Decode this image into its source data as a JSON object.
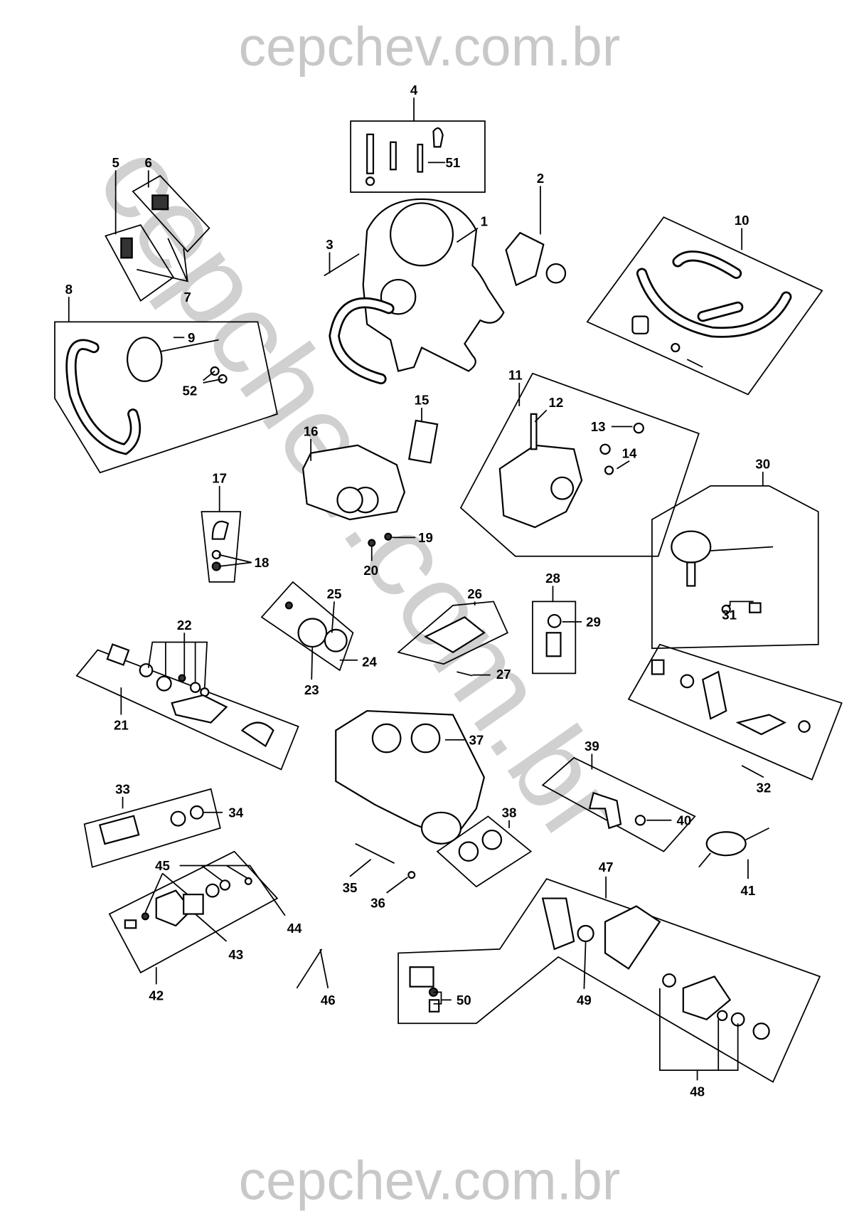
{
  "watermark": {
    "top": "cepchev.com.br",
    "bottom": "cepchev.com.br",
    "diagonal": "cepchev.com.br"
  },
  "callouts": {
    "c1": "1",
    "c2": "2",
    "c3": "3",
    "c4": "4",
    "c5": "5",
    "c6": "6",
    "c7": "7",
    "c8": "8",
    "c9": "9",
    "c10": "10",
    "c11": "11",
    "c12": "12",
    "c13": "13",
    "c14": "14",
    "c15": "15",
    "c16": "16",
    "c17": "17",
    "c18": "18",
    "c19": "19",
    "c20": "20",
    "c21": "21",
    "c22": "22",
    "c23": "23",
    "c24": "24",
    "c25": "25",
    "c26": "26",
    "c27": "27",
    "c28": "28",
    "c29": "29",
    "c30": "30",
    "c31": "31",
    "c32": "32",
    "c33": "33",
    "c34": "34",
    "c35": "35",
    "c36": "36",
    "c37": "37",
    "c38": "38",
    "c39": "39",
    "c40": "40",
    "c41": "41",
    "c42": "42",
    "c43": "43",
    "c44": "44",
    "c45": "45",
    "c46": "46",
    "c47": "47",
    "c48": "48",
    "c49": "49",
    "c50": "50",
    "c51": "51",
    "c52": "52"
  }
}
